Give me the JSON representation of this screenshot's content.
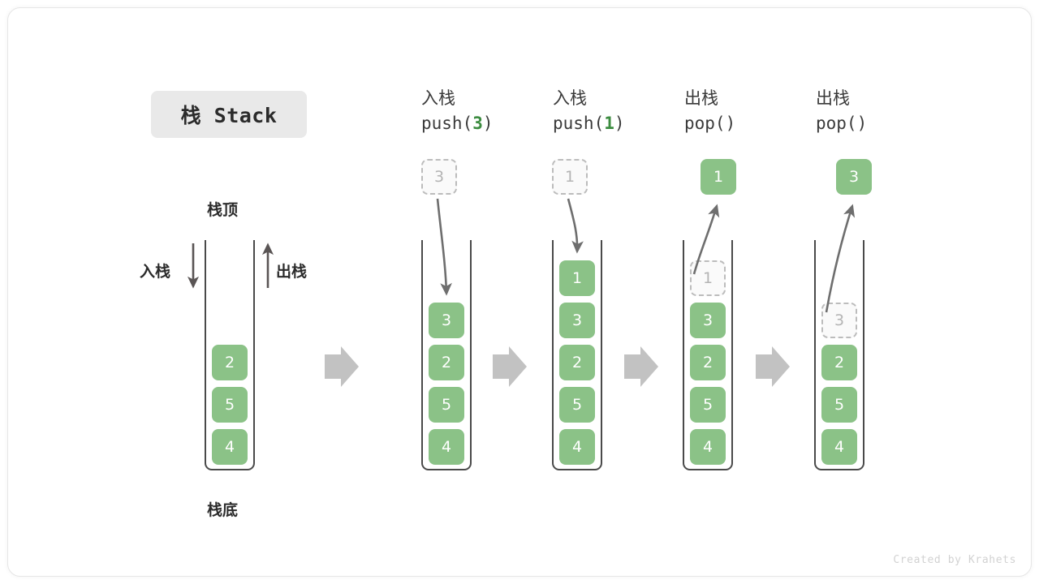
{
  "card": {
    "background": "#ffffff",
    "border_color": "#e6e6e6"
  },
  "title": {
    "badge_label": "栈 Stack",
    "badge_bg": "#e9e9e9"
  },
  "colors": {
    "cell_green": "#8bc287",
    "cell_text": "#ffffff",
    "ghost_border": "#bcbcbc",
    "ghost_text": "#b4b4b4",
    "container_stroke": "#4a4a4a",
    "arrow_gray": "#c0c0c0",
    "curve_gray": "#6e6e6e",
    "accent_green": "#3c8c40"
  },
  "legend": {
    "top_label": "栈顶",
    "bottom_label": "栈底",
    "push_label": "入栈",
    "pop_label": "出栈"
  },
  "watermark": "Created by Krahets",
  "chart_data": {
    "type": "diagram",
    "title": "栈 Stack",
    "description": "Stack push and pop operation sequence",
    "columns": [
      {
        "id": "initial",
        "header_line1": "",
        "header_line2": "",
        "stack": [
          "2",
          "5",
          "4"
        ],
        "floating": null,
        "ghost_index": -1,
        "gap_top": 0
      },
      {
        "id": "push-3",
        "header_line1": "入栈",
        "header_line2_prefix": "push(",
        "header_line2_arg": "3",
        "header_line2_suffix": ")",
        "floating": {
          "value": "3",
          "style": "ghost"
        },
        "stack": [
          "3",
          "2",
          "5",
          "4"
        ],
        "ghost_index": -1,
        "arrow": "down"
      },
      {
        "id": "push-1",
        "header_line1": "入栈",
        "header_line2_prefix": "push(",
        "header_line2_arg": "1",
        "header_line2_suffix": ")",
        "floating": {
          "value": "1",
          "style": "ghost"
        },
        "stack": [
          "1",
          "3",
          "2",
          "5",
          "4"
        ],
        "ghost_index": -1,
        "arrow": "down"
      },
      {
        "id": "pop-1",
        "header_line1": "出栈",
        "header_line2_prefix": "pop(",
        "header_line2_arg": "",
        "header_line2_suffix": ")",
        "floating": {
          "value": "1",
          "style": "solid"
        },
        "stack": [
          "1",
          "3",
          "2",
          "5",
          "4"
        ],
        "ghost_index": 0,
        "arrow": "up"
      },
      {
        "id": "pop-3",
        "header_line1": "出栈",
        "header_line2_prefix": "pop(",
        "header_line2_arg": "",
        "header_line2_suffix": ")",
        "floating": {
          "value": "3",
          "style": "solid"
        },
        "stack": [
          "",
          "3",
          "2",
          "5",
          "4"
        ],
        "ghost_index": 1,
        "arrow": "up"
      }
    ],
    "transition_arrows": 4
  }
}
